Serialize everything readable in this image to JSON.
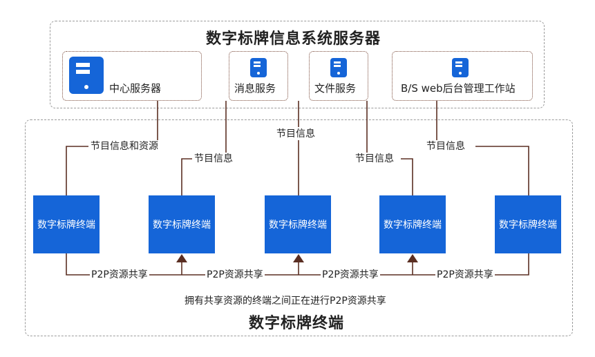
{
  "server_group": {
    "title": "数字标牌信息系统服务器",
    "services": [
      {
        "label": "中心服务器",
        "icon": "server-icon"
      },
      {
        "label": "消息服务",
        "icon": "server-icon"
      },
      {
        "label": "文件服务",
        "icon": "server-icon"
      },
      {
        "label": "B/S web后台管理工作站",
        "icon": "server-icon"
      }
    ]
  },
  "terminal_group": {
    "title": "数字标牌终端",
    "terminals": [
      "数字标牌终端",
      "数字标牌终端",
      "数字标牌终端",
      "数字标牌终端",
      "数字标牌终端"
    ],
    "connection_labels": [
      "节目信息和资源",
      "节目信息",
      "节目信息",
      "节目信息",
      "节目信息"
    ],
    "p2p_labels": [
      "P2P资源共享",
      "P2P资源共享",
      "P2P资源共享",
      "P2P资源共享"
    ],
    "note": "拥有共享资源的终端之间正在进行P2P资源共享"
  },
  "colors": {
    "terminal_fill": "#1565d8",
    "icon_blue": "#1565d8",
    "line_brown": "#5a2e22"
  }
}
